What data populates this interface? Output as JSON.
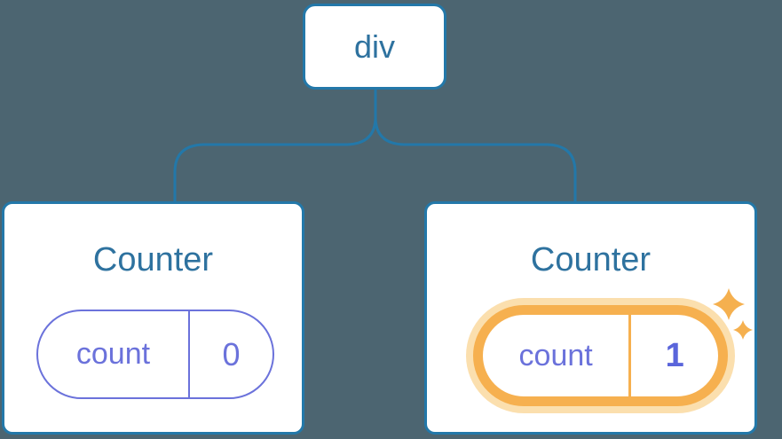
{
  "diagram": {
    "root": {
      "label": "div"
    },
    "children": [
      {
        "title": "Counter",
        "state": {
          "key": "count",
          "value": "0"
        },
        "highlighted": false
      },
      {
        "title": "Counter",
        "state": {
          "key": "count",
          "value": "1"
        },
        "highlighted": true
      }
    ]
  },
  "icons": {
    "sparkles": "sparkles-icon"
  },
  "colors": {
    "background": "#4C6571",
    "node_fill": "#FFFFFF",
    "node_border": "#2378A9",
    "connector_line": "#2378A9",
    "heading_text": "#2E729F",
    "state_purple": "#6B72DB",
    "state_value_highlight": "#5A65DB",
    "highlight_ring": "#F6B04F",
    "highlight_halo": "#FBDFAE",
    "sparkle": "#F5B04F"
  }
}
